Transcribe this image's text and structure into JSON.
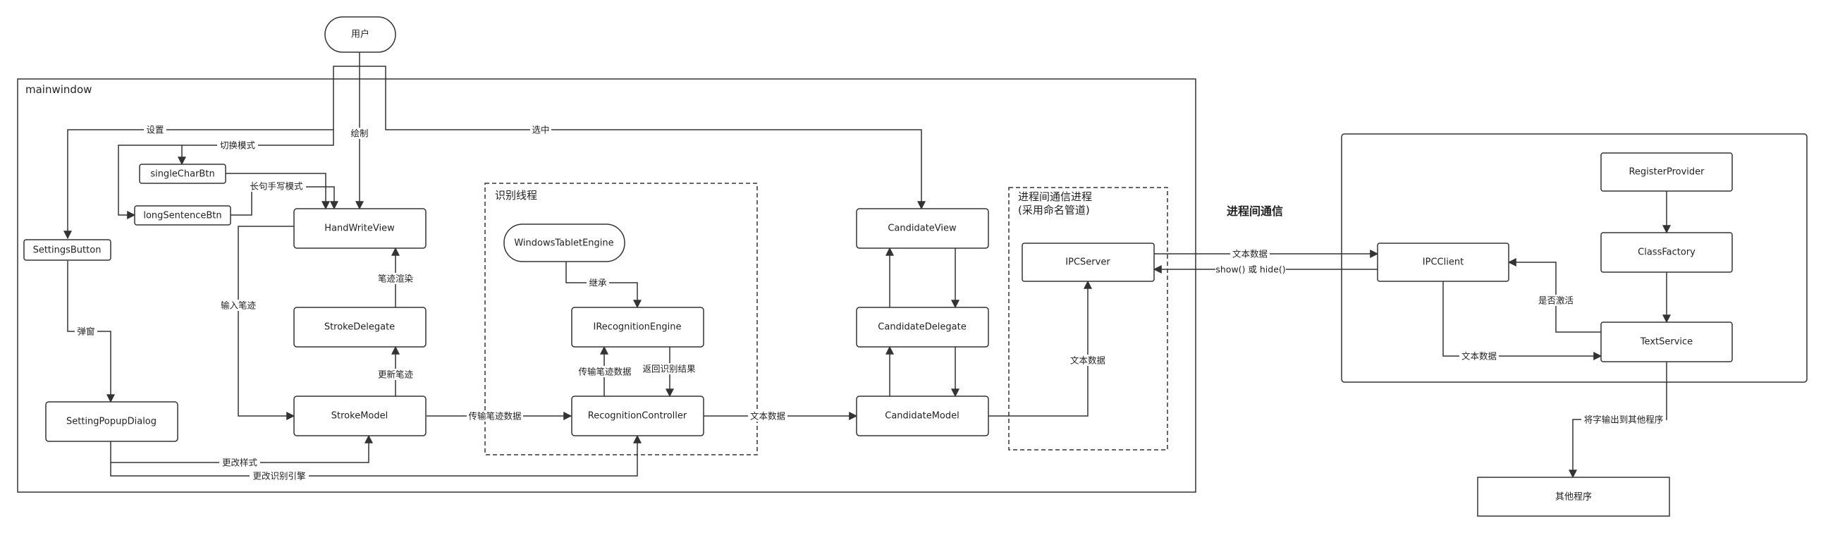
{
  "containers": {
    "mainwindow": "mainwindow",
    "recognition_thread": "识别线程",
    "ipc_process_line1": "进程间通信进程",
    "ipc_process_line2": "(采用命名管道)",
    "ipc_heading": "进程间通信"
  },
  "nodes": {
    "user": "用户",
    "settings_button": "SettingsButton",
    "single_char_btn": "singleCharBtn",
    "long_sentence_btn": "longSentenceBtn",
    "hand_write_view": "HandWriteView",
    "stroke_delegate": "StrokeDelegate",
    "stroke_model": "StrokeModel",
    "setting_popup_dialog": "SettingPopupDialog",
    "windows_tablet_engine": "WindowsTabletEngine",
    "i_recognition_engine": "IRecognitionEngine",
    "recognition_controller": "RecognitionController",
    "candidate_view": "CandidateView",
    "candidate_delegate": "CandidateDelegate",
    "candidate_model": "CandidateModel",
    "ipc_server": "IPCServer",
    "ipc_client": "IPCClient",
    "register_provider": "RegisterProvider",
    "class_factory": "ClassFactory",
    "text_service": "TextService",
    "other_programs": "其他程序"
  },
  "labels": {
    "settings": "设置",
    "switch_mode": "切换模式",
    "draw": "绘制",
    "select": "选中",
    "long_sentence_mode": "长句手写模式",
    "stroke_render": "笔迹渲染",
    "input_stroke": "输入笔迹",
    "update_stroke": "更新笔迹",
    "popup": "弹窗",
    "transfer_stroke_data": "传输笔迹数据",
    "transfer_stroke_data_up": "传输笔迹数据",
    "return_result": "返回识别结果",
    "inherit": "继承",
    "text_data_rc": "文本数据",
    "change_style": "更改样式",
    "change_engine": "更改识别引擎",
    "text_data_ipc": "文本数据",
    "text_data_to_client": "文本数据",
    "show_hide": "show() 或 hide()",
    "is_active": "是否激活",
    "text_data_client_ts": "文本数据",
    "output_to_others": "将字输出到其他程序"
  }
}
